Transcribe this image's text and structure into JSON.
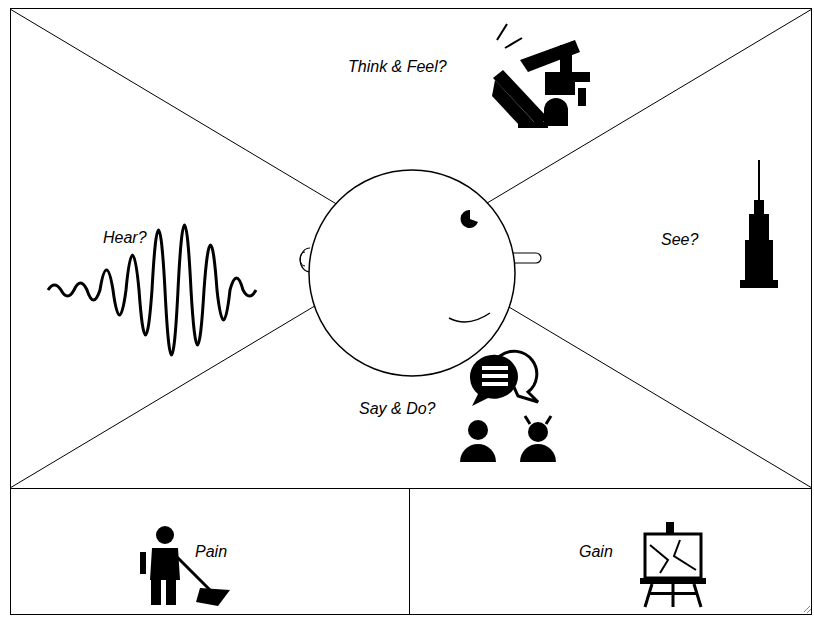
{
  "diagram": {
    "nodes": [
      {
        "text": [
          "Think & Feel?"
        ]
      },
      {
        "text": [
          "Hear?"
        ]
      },
      {
        "text": [
          "See?"
        ]
      },
      {
        "text": [
          "Say & Do?"
        ]
      },
      {
        "text": [
          "Pain"
        ]
      },
      {
        "text": [
          "Gain"
        ]
      }
    ]
  }
}
